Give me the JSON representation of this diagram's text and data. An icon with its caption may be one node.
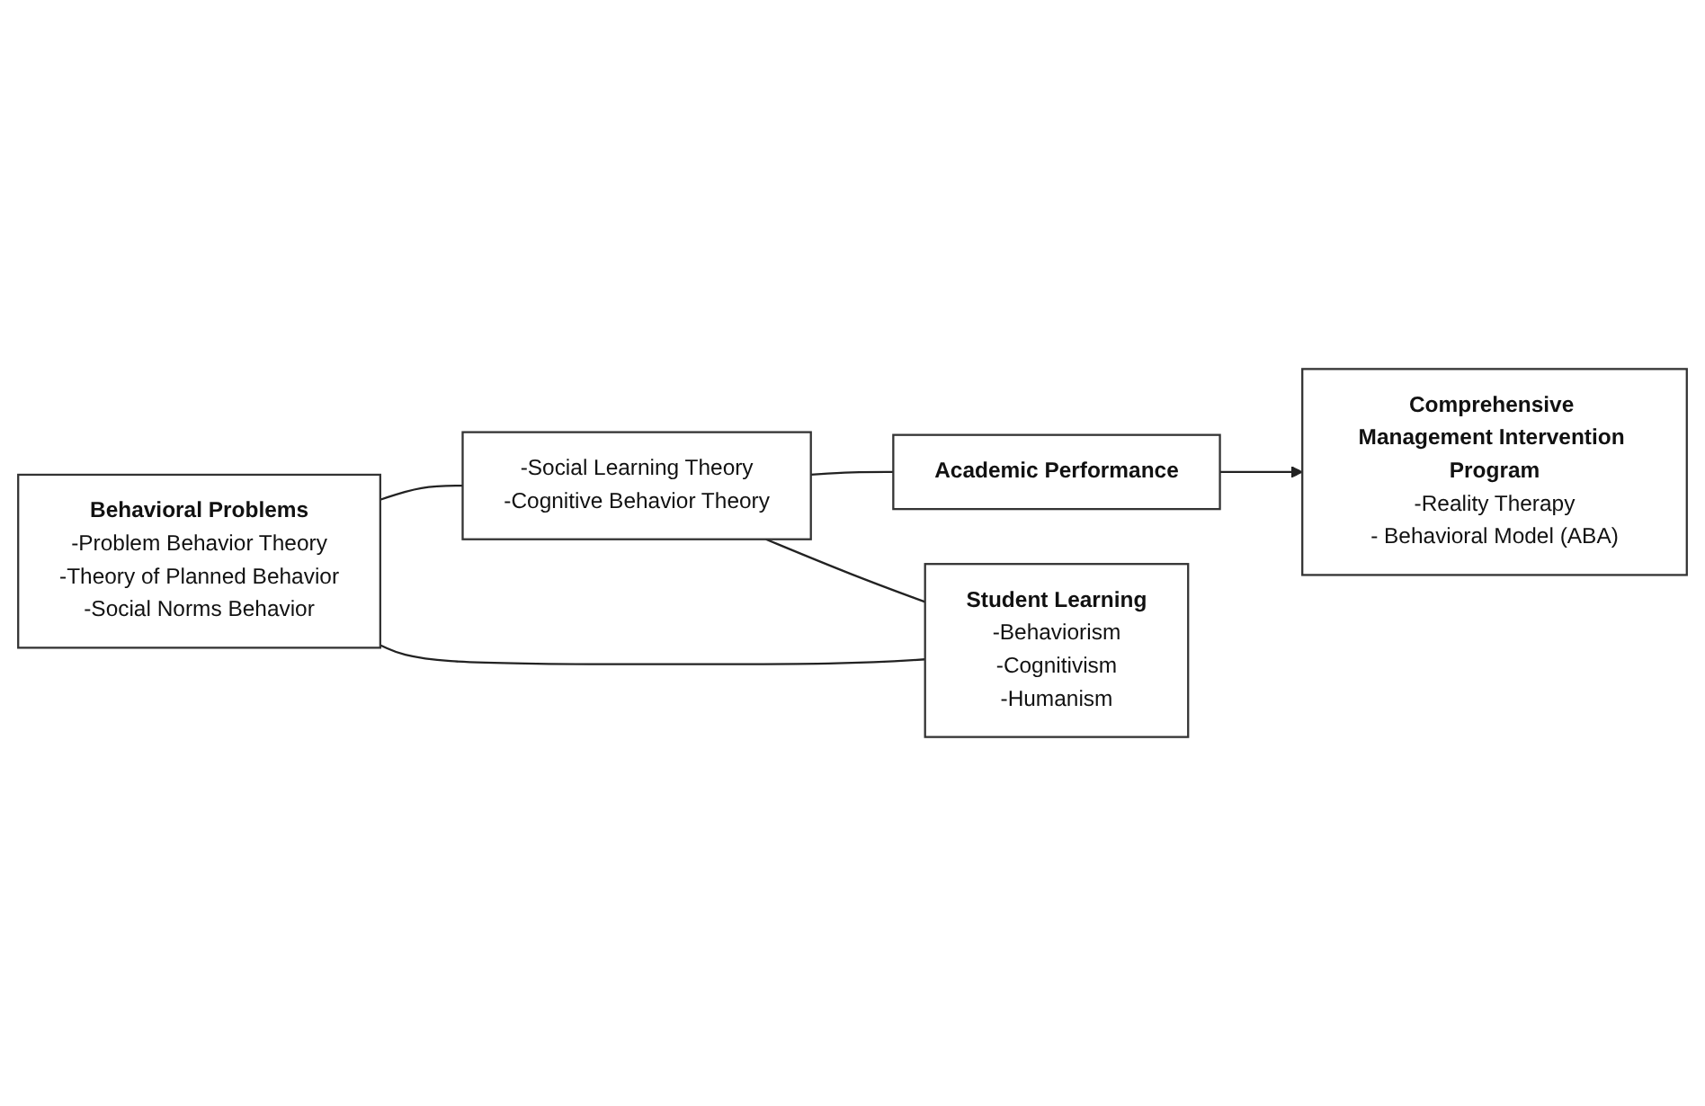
{
  "diagram": {
    "nodes": [
      {
        "text": [
          "Behavioral Problems",
          "-Problem Behavior Theory",
          "-Theory of Planned Behavior",
          "-Social Norms Behavior"
        ]
      },
      {
        "text": [
          "-Social Learning Theory",
          "-Cognitive Behavior Theory"
        ]
      },
      {
        "text": [
          "Academic Performance"
        ]
      },
      {
        "text": [
          "Comprehensive Management Intervention Program",
          "-Reality Therapy",
          "- Behavioral Model (ABA)"
        ]
      },
      {
        "text": [
          "Student Learning",
          "-Behaviorism",
          "-Cognitivism",
          "-Humanism"
        ]
      }
    ],
    "edges": [
      {
        "from": 0,
        "to": 1,
        "arrow": "none"
      },
      {
        "from": 1,
        "to": 4,
        "arrow": "none"
      },
      {
        "from": 0,
        "to": 4,
        "arrow": "none"
      },
      {
        "from": 1,
        "to": 2,
        "arrow": "none"
      },
      {
        "from": 2,
        "to": 3,
        "arrow": "to"
      }
    ]
  }
}
